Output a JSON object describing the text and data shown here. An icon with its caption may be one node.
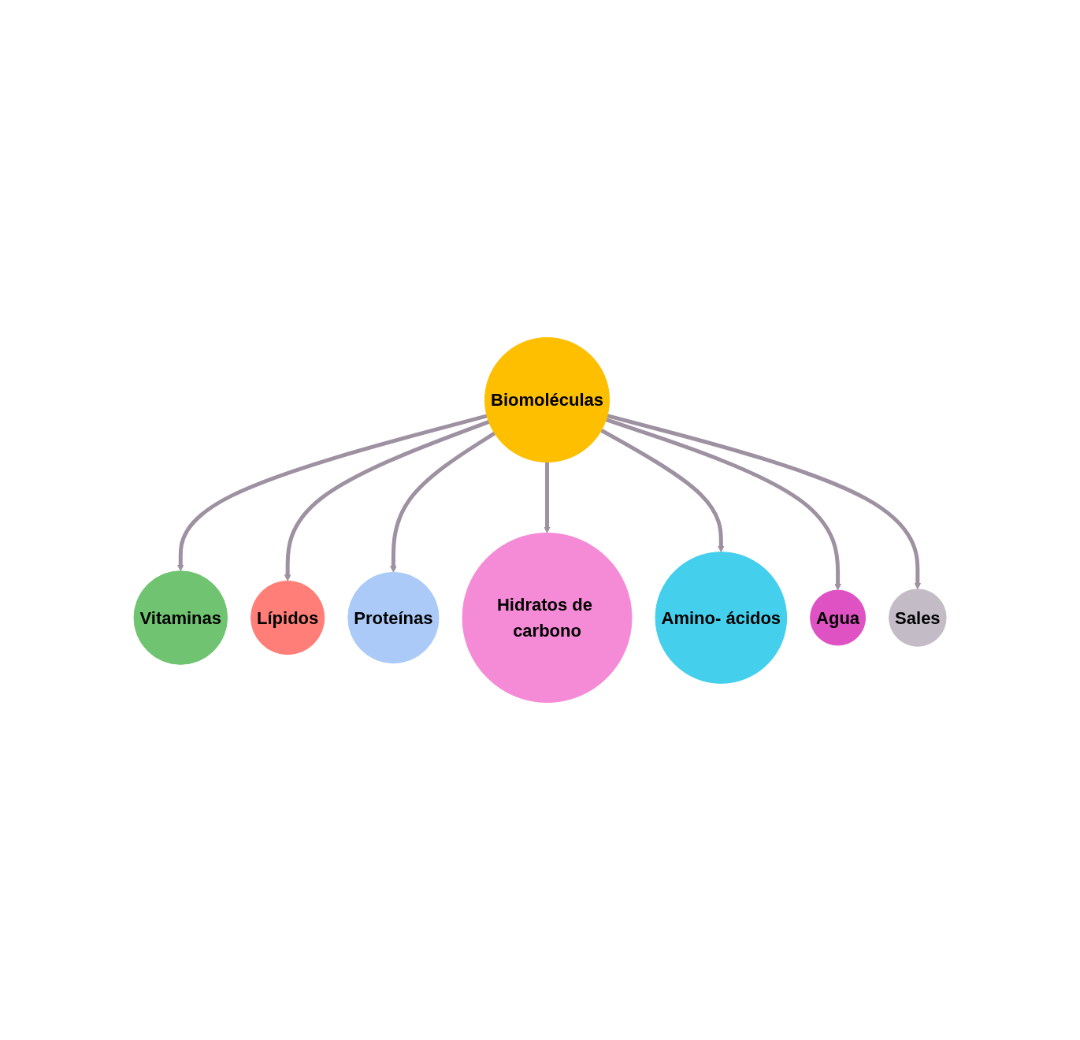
{
  "diagram": {
    "nodes": [
      {
        "text": [
          "Biomoléculas"
        ]
      },
      {
        "text": [
          "Vitaminas"
        ]
      },
      {
        "text": [
          "Lípidos"
        ]
      },
      {
        "text": [
          "Proteínas"
        ]
      },
      {
        "text": [
          "Hidratos de carbono"
        ]
      },
      {
        "text": [
          "Amino- ácidos"
        ]
      },
      {
        "text": [
          "Agua"
        ]
      },
      {
        "text": [
          "Sales"
        ]
      }
    ],
    "edges": [
      {
        "from": 0,
        "to": 1,
        "arrow": "to"
      },
      {
        "from": 0,
        "to": 2,
        "arrow": "to"
      },
      {
        "from": 0,
        "to": 3,
        "arrow": "to"
      },
      {
        "from": 0,
        "to": 4,
        "arrow": "to"
      },
      {
        "from": 0,
        "to": 5,
        "arrow": "to"
      },
      {
        "from": 0,
        "to": 6,
        "arrow": "to"
      },
      {
        "from": 0,
        "to": 7,
        "arrow": "to"
      }
    ]
  }
}
